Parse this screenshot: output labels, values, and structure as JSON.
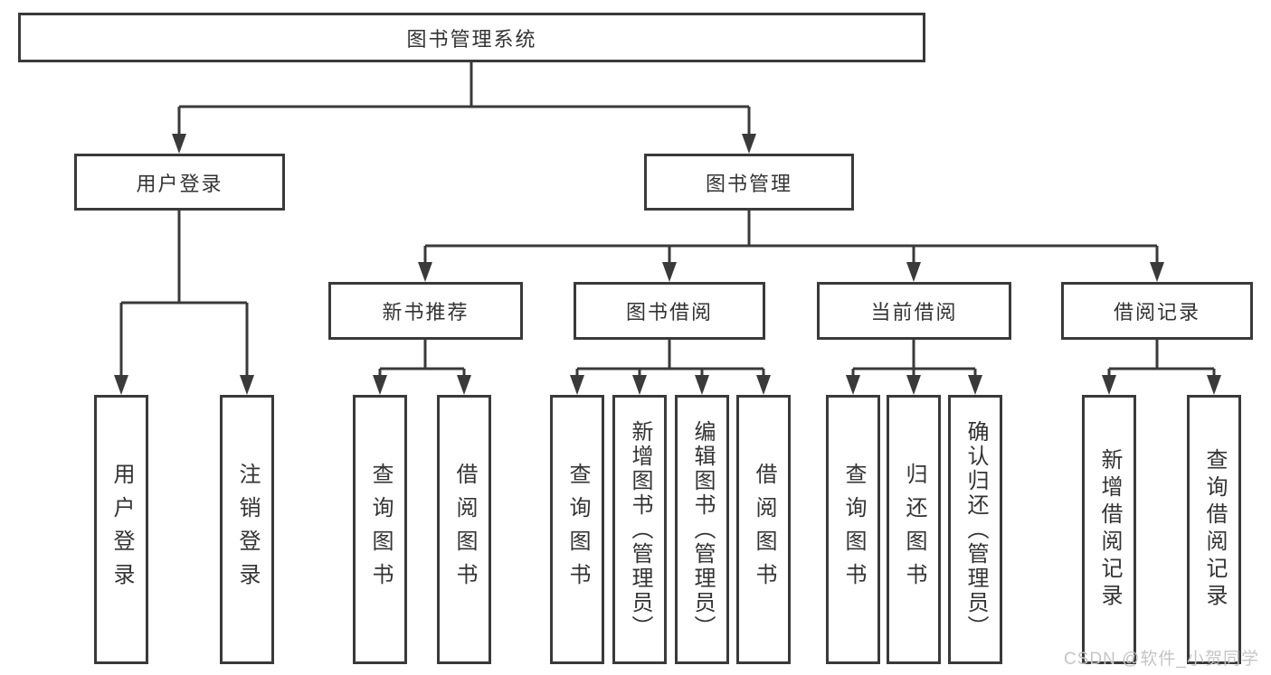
{
  "diagram": {
    "root": {
      "label": "图书管理系统"
    },
    "user_login": {
      "label": "用户登录",
      "children": {
        "login": {
          "label": "用户登录"
        },
        "logout": {
          "label": "注销登录"
        }
      }
    },
    "book_management": {
      "label": "图书管理",
      "new_book_recommendation": {
        "label": "新书推荐",
        "children": {
          "query_books": {
            "label": "查询图书"
          },
          "borrow_books": {
            "label": "借阅图书"
          }
        }
      },
      "book_borrowing": {
        "label": "图书借阅",
        "children": {
          "query_books": {
            "label": "查询图书"
          },
          "add_books": {
            "label": "新增图书（管理员）"
          },
          "edit_books": {
            "label": "编辑图书（管理员）"
          },
          "borrow_books": {
            "label": "借阅图书"
          }
        }
      },
      "current_borrowing": {
        "label": "当前借阅",
        "children": {
          "query_books": {
            "label": "查询图书"
          },
          "return_books": {
            "label": "归还图书"
          },
          "confirm_return": {
            "label": "确认归还（管理员）"
          }
        }
      },
      "borrowing_records": {
        "label": "借阅记录",
        "children": {
          "add_record": {
            "label": "新增借阅记录"
          },
          "query_record": {
            "label": "查询借阅记录"
          }
        }
      }
    }
  },
  "watermark": {
    "text": "CSDN @软件_小贺同学"
  },
  "colors": {
    "box_border": "#3a3a3a",
    "connector": "#3a3a3a",
    "text": "#333333",
    "watermark": "#c5c5c5",
    "background": "#ffffff"
  }
}
